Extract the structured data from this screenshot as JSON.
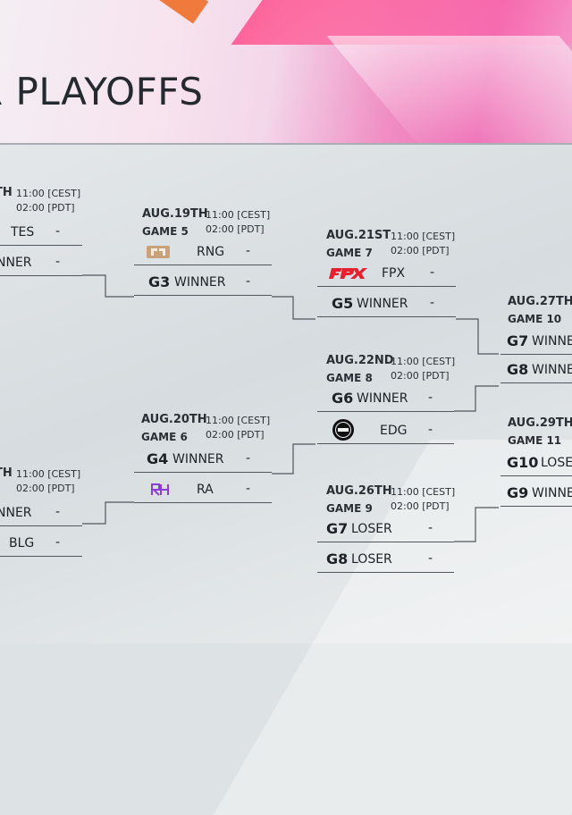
{
  "header": {
    "title": "R PLAYOFFS"
  },
  "matches": {
    "m_a": {
      "date": "TH",
      "time1": "11:00 [CEST]",
      "time2": "02:00 [PDT]",
      "rows": [
        {
          "name": "TES",
          "score": "-"
        },
        {
          "name": "NNER",
          "score": "-"
        }
      ]
    },
    "m_b": {
      "date": "TH",
      "time1": "11:00 [CEST]",
      "time2": "02:00 [PDT]",
      "rows": [
        {
          "name": "NNER",
          "score": "-"
        },
        {
          "name": "BLG",
          "score": "-"
        }
      ]
    },
    "g5": {
      "date": "AUG.19TH",
      "game": "GAME 5",
      "time1": "11:00 [CEST]",
      "time2": "02:00 [PDT]",
      "rows": [
        {
          "logo": "rng-logo",
          "name": "RNG",
          "score": "-"
        },
        {
          "seed": "G3",
          "label": "WINNER",
          "score": "-"
        }
      ]
    },
    "g6": {
      "date": "AUG.20TH",
      "game": "GAME 6",
      "time1": "11:00 [CEST]",
      "time2": "02:00 [PDT]",
      "rows": [
        {
          "seed": "G4",
          "label": "WINNER",
          "score": "-"
        },
        {
          "logo": "ra-logo",
          "name": "RA",
          "score": "-"
        }
      ]
    },
    "g7": {
      "date": "AUG.21ST",
      "game": "GAME 7",
      "time1": "11:00 [CEST]",
      "time2": "02:00 [PDT]",
      "rows": [
        {
          "logo": "fpx-logo",
          "name": "FPX",
          "score": "-"
        },
        {
          "seed": "G5",
          "label": "WINNER",
          "score": "-"
        }
      ]
    },
    "g8": {
      "date": "AUG.22ND",
      "game": "GAME 8",
      "time1": "11:00 [CEST]",
      "time2": "02:00 [PDT]",
      "rows": [
        {
          "seed": "G6",
          "label": "WINNER",
          "score": "-"
        },
        {
          "logo": "edg-logo",
          "name": "EDG",
          "score": "-"
        }
      ]
    },
    "g9": {
      "date": "AUG.26TH",
      "game": "GAME 9",
      "time1": "11:00 [CEST]",
      "time2": "02:00 [PDT]",
      "rows": [
        {
          "seed": "G7",
          "label": "LOSER",
          "score": "-"
        },
        {
          "seed": "G8",
          "label": "LOSER",
          "score": "-"
        }
      ]
    },
    "g10": {
      "date": "AUG.27TH",
      "game": "GAME 10",
      "rows": [
        {
          "seed": "G7",
          "label": "WINNE"
        },
        {
          "seed": "G8",
          "label": "WINNE"
        }
      ]
    },
    "g11": {
      "date": "AUG.29TH",
      "game": "GAME 11",
      "rows": [
        {
          "seed": "G10",
          "label": "LOSE"
        },
        {
          "seed": "G9",
          "label": "WINNE"
        }
      ]
    }
  },
  "colors": {
    "fpx": "#e8202e",
    "rng": "#c9a27a",
    "ra": "#8a3fd1",
    "edg": "#111111"
  }
}
